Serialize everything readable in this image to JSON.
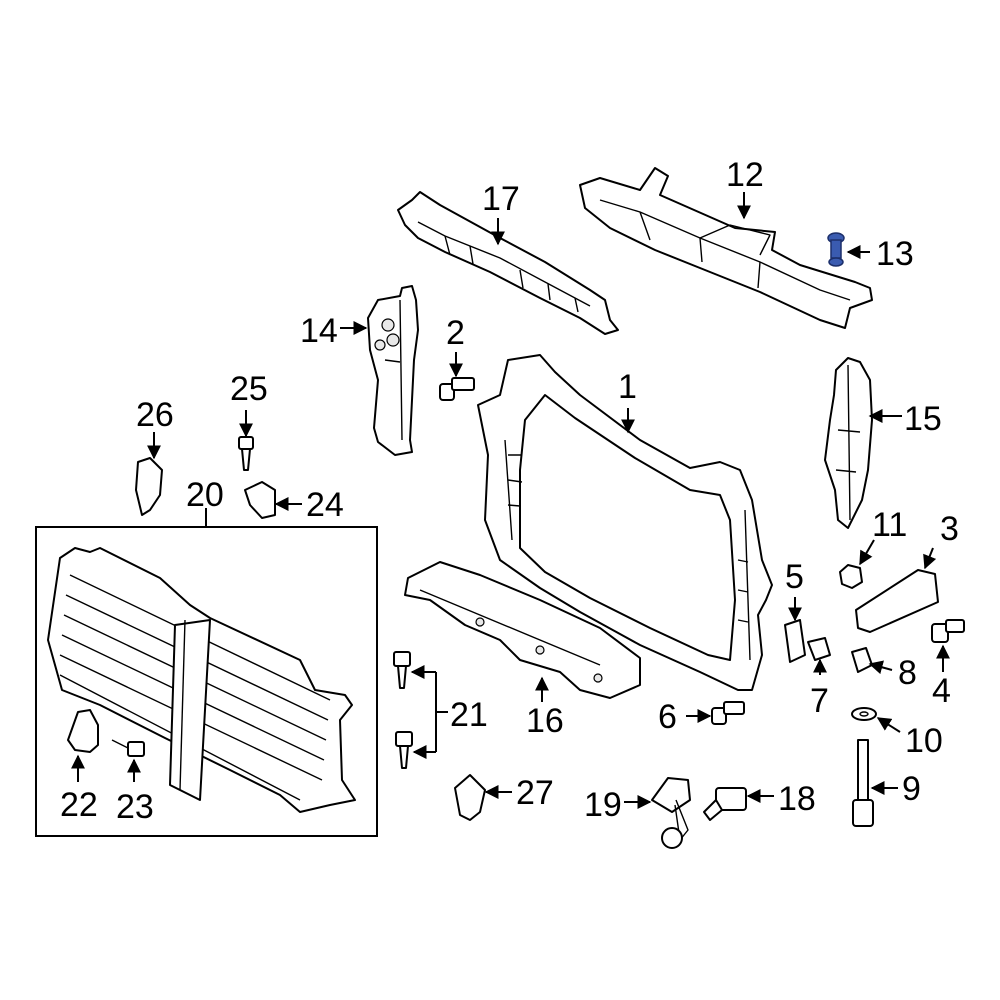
{
  "callouts": {
    "c1": "1",
    "c2": "2",
    "c3": "3",
    "c4": "4",
    "c5": "5",
    "c6": "6",
    "c7": "7",
    "c8": "8",
    "c9": "9",
    "c10": "10",
    "c11": "11",
    "c12": "12",
    "c13": "13",
    "c14": "14",
    "c15": "15",
    "c16": "16",
    "c17": "17",
    "c18": "18",
    "c19": "19",
    "c20": "20",
    "c21": "21",
    "c22": "22",
    "c23": "23",
    "c24": "24",
    "c25": "25",
    "c26": "26",
    "c27": "27"
  },
  "colors": {
    "line": "#000000",
    "background": "#ffffff",
    "highlight": "#3a5bb0"
  }
}
